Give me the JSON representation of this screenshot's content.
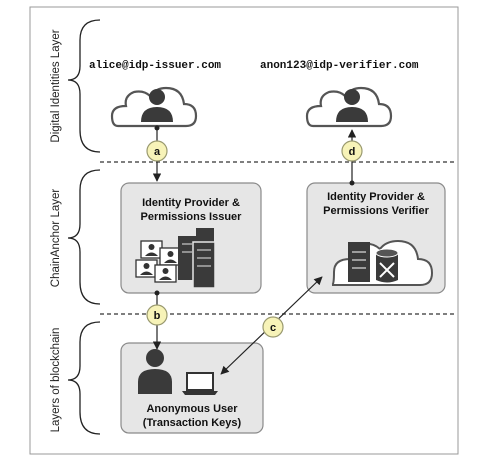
{
  "layers": [
    {
      "label": "Digital Identities Layer"
    },
    {
      "label": "ChainAnchor Layer"
    },
    {
      "label": "Layers of blockchain"
    }
  ],
  "identities": {
    "issuer_email": "alice@idp-issuer.com",
    "verifier_email": "anon123@idp-verifier.com"
  },
  "nodes": {
    "issuer": {
      "line1": "Identity Provider &",
      "line2": "Permissions Issuer"
    },
    "verifier": {
      "line1": "Identity Provider &",
      "line2": "Permissions Verifier"
    },
    "user": {
      "line1": "Anonymous User",
      "line2": "(Transaction Keys)"
    }
  },
  "steps": {
    "a": "a",
    "b": "b",
    "c": "c",
    "d": "d"
  },
  "colors": {
    "box_fill": "#e6e6e6",
    "box_stroke": "#8a8a8a",
    "icon_dark": "#3a3a3a",
    "badge_fill": "#f7f3b8",
    "badge_stroke": "#9a9a70",
    "divider": "#555555"
  }
}
